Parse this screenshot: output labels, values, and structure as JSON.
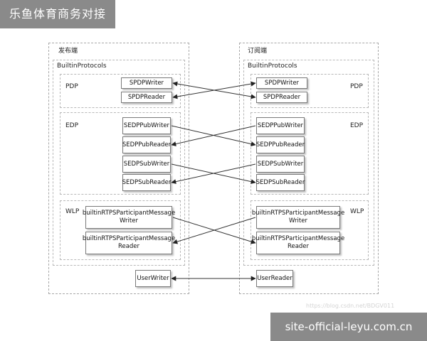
{
  "banner": {
    "title": "乐鱼体育商务对接"
  },
  "footer": {
    "text": "site-official-leyu.com.cn"
  },
  "watermark": {
    "text": "https://blog.csdn.net/BDGV011"
  },
  "publisher": {
    "title": "发布端",
    "group_title": "BuiltinProtocols",
    "pdp": {
      "label": "PDP",
      "writer": "SPDPWriter",
      "reader": "SPDPReader"
    },
    "edp": {
      "label": "EDP",
      "pub_writer": "SEDPPubWriter",
      "pub_reader": "SEDPPubReader",
      "sub_writer": "SEDPSubWriter",
      "sub_reader": "SEDPSubReader"
    },
    "wlp": {
      "label": "WLP",
      "writer_line1": "builtinRTPSParticipantMessage",
      "writer_line2": "Writer",
      "reader_line1": "builtinRTPSParticipantMessage",
      "reader_line2": "Reader"
    },
    "user": "UserWriter"
  },
  "subscriber": {
    "title": "订阅端",
    "group_title": "BuiltinProtocols",
    "pdp": {
      "label": "PDP",
      "writer": "SPDPWriter",
      "reader": "SPDPReader"
    },
    "edp": {
      "label": "EDP",
      "pub_writer": "SEDPPubWriter",
      "pub_reader": "SEDPPubReader",
      "sub_writer": "SEDPSubWriter",
      "sub_reader": "SEDPSubReader"
    },
    "wlp": {
      "label": "WLP",
      "writer_line1": "builtinRTPSParticipantMessage",
      "writer_line2": "Writer",
      "reader_line1": "builtinRTPSParticipantMessage",
      "reader_line2": "Reader"
    },
    "user": "UserReader"
  }
}
